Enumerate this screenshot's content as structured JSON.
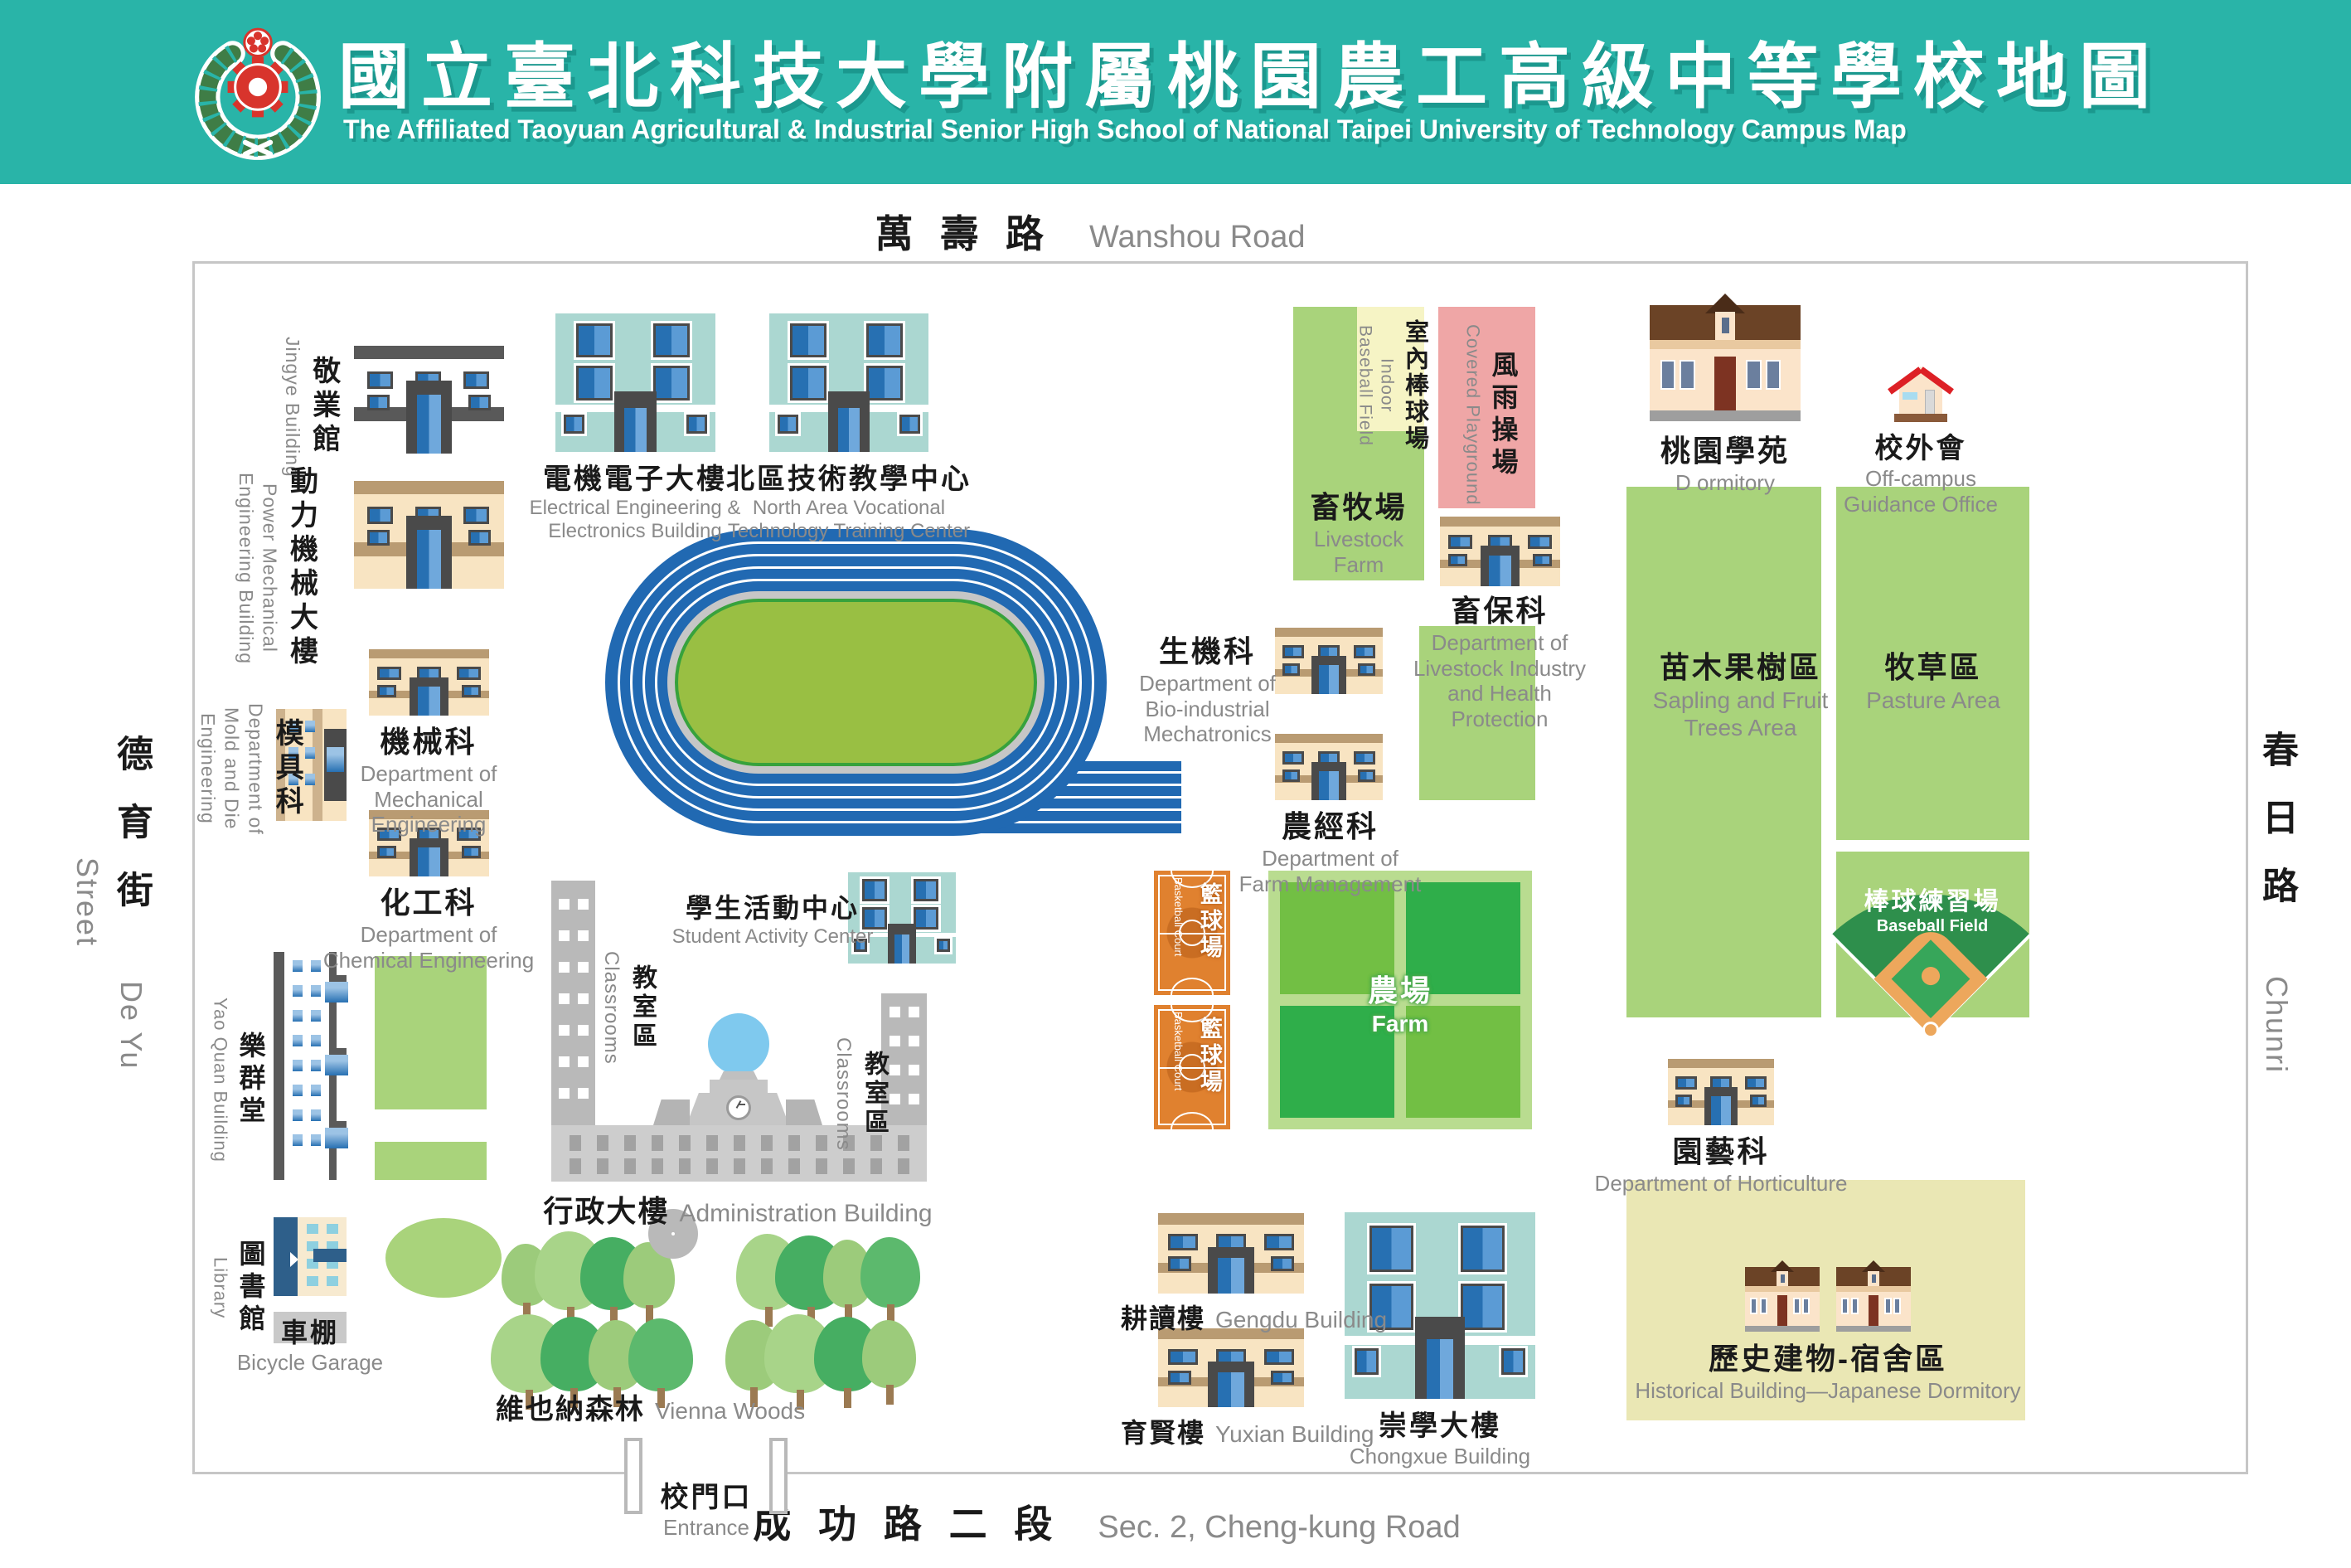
{
  "header": {
    "title_zh": "國立臺北科技大學附屬桃園農工高級中等學校地圖",
    "title_en": "The Affiliated Taoyuan Agricultural & Industrial Senior High School of National Taipei University of Technology Campus Map"
  },
  "roads": {
    "top": {
      "zh": "萬 壽 路",
      "en": "Wanshou Road"
    },
    "bottom": {
      "zh": "成 功 路 二 段",
      "en": "Sec. 2, Cheng-kung Road"
    },
    "left": {
      "zh": "德育街",
      "en": "De Yu Street"
    },
    "right": {
      "zh": "春日路",
      "en": "Chunri Road"
    }
  },
  "entrance": {
    "zh": "校門口",
    "en": "Entrance"
  },
  "places": {
    "jingye": {
      "zh": "敬業館",
      "en": "Jingye Building"
    },
    "power_mech": {
      "zh": "動力機械大樓",
      "en": "Power Mechanical Engineering Building"
    },
    "electrical": {
      "zh": "電機電子大樓",
      "en": "Electrical Engineering & Electronics Building"
    },
    "north_center": {
      "zh": "北區技術教學中心",
      "en": "North Area Vocational Technology Training Center"
    },
    "indoor_baseball": {
      "zh": "室內棒球場",
      "en": "Indoor Baseball Field"
    },
    "covered_playground": {
      "zh": "風雨操場",
      "en": "Covered Playground"
    },
    "livestock_farm": {
      "zh": "畜牧場",
      "en": "Livestock Farm"
    },
    "livestock_dept": {
      "zh": "畜保科",
      "en": "Department of Livestock Industry and Health Protection"
    },
    "dormitory": {
      "zh": "桃園學苑",
      "en": "D ormitory"
    },
    "off_campus": {
      "zh": "校外會",
      "en": "Off-campus Guidance Office"
    },
    "sapling": {
      "zh": "苗木果樹區",
      "en": "Sapling and Fruit Trees Area"
    },
    "pasture": {
      "zh": "牧草區",
      "en": "Pasture Area"
    },
    "bio_mech": {
      "zh": "生機科",
      "en": "Department of Bio-industrial Mechatronics"
    },
    "farm_mgmt": {
      "zh": "農經科",
      "en": "Department of Farm Management"
    },
    "mold_die": {
      "zh": "模具科",
      "en": "Department of Mold and Die Engineering"
    },
    "mech_eng": {
      "zh": "機械科",
      "en": "Department of Mechanical Engineering"
    },
    "chem_eng": {
      "zh": "化工科",
      "en": "Department of Chemical Engineering"
    },
    "student_center": {
      "zh": "學生活動中心",
      "en": "Student Activity Center"
    },
    "classrooms": {
      "zh": "教室區",
      "en": "Classrooms"
    },
    "admin": {
      "zh": "行政大樓",
      "en": "Administration Building"
    },
    "basketball": {
      "zh": "籃球場",
      "en": "Basketball Court"
    },
    "farm": {
      "zh": "農場",
      "en": "Farm"
    },
    "baseball_practice": {
      "zh": "棒球練習場",
      "en": "Baseball Field"
    },
    "horticulture": {
      "zh": "園藝科",
      "en": "Department of Horticulture"
    },
    "historical": {
      "zh": "歷史建物-宿舍區",
      "en": "Historical Building—Japanese Dormitory"
    },
    "yaoquan": {
      "zh": "樂群堂",
      "en": "Yao Quan Building"
    },
    "library": {
      "zh": "圖書館",
      "en": "Library"
    },
    "bike": {
      "zh": "車棚",
      "en": "Bicycle Garage"
    },
    "vienna": {
      "zh": "維也納森林",
      "en": "Vienna Woods"
    },
    "gengdu": {
      "zh": "耕讀樓",
      "en": "Gengdu Building"
    },
    "yuxian": {
      "zh": "育賢樓",
      "en": "Yuxian Building"
    },
    "chongxue": {
      "zh": "崇學大樓",
      "en": "Chongxue Building"
    }
  },
  "colors": {
    "header_teal": "#29b4a8",
    "track_blue": "#2169b2",
    "area_green": "#a9d37b",
    "court_orange": "#e0812f",
    "playground_pink": "#efa6a6",
    "indoor_yellow": "#f6f4c5",
    "historic_khaki": "#eae7b4"
  }
}
